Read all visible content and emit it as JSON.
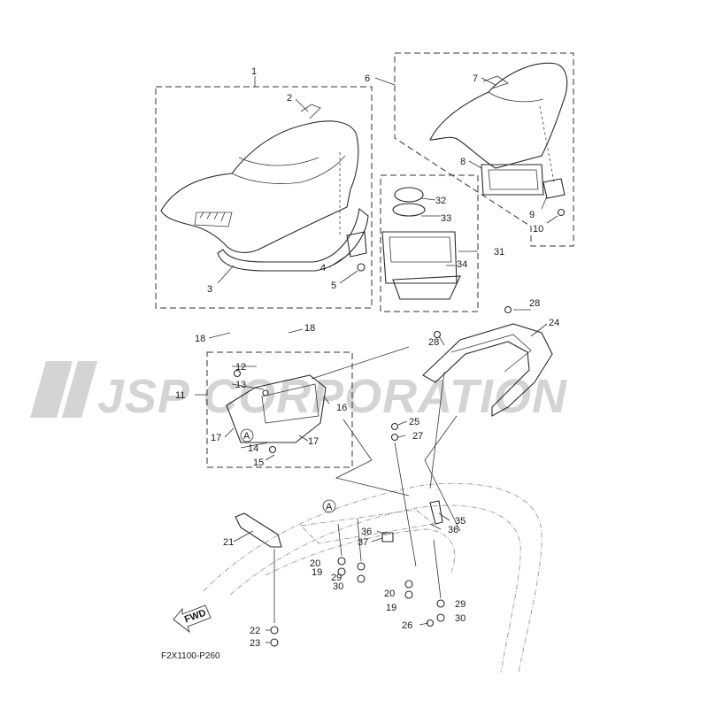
{
  "watermark": "JSP CORPORATION",
  "diagram_code": "F2X1100-P260",
  "fwd_label": "FWD",
  "ref_marker": "A",
  "labels": [
    "1",
    "2",
    "3",
    "4",
    "5",
    "6",
    "7",
    "8",
    "9",
    "10",
    "11",
    "12",
    "13",
    "14",
    "15",
    "16",
    "17",
    "17",
    "18",
    "18",
    "19",
    "19",
    "20",
    "20",
    "21",
    "22",
    "23",
    "24",
    "25",
    "26",
    "27",
    "28",
    "28",
    "29",
    "29",
    "30",
    "30",
    "31",
    "32",
    "33",
    "34",
    "35",
    "36",
    "36",
    "37"
  ]
}
